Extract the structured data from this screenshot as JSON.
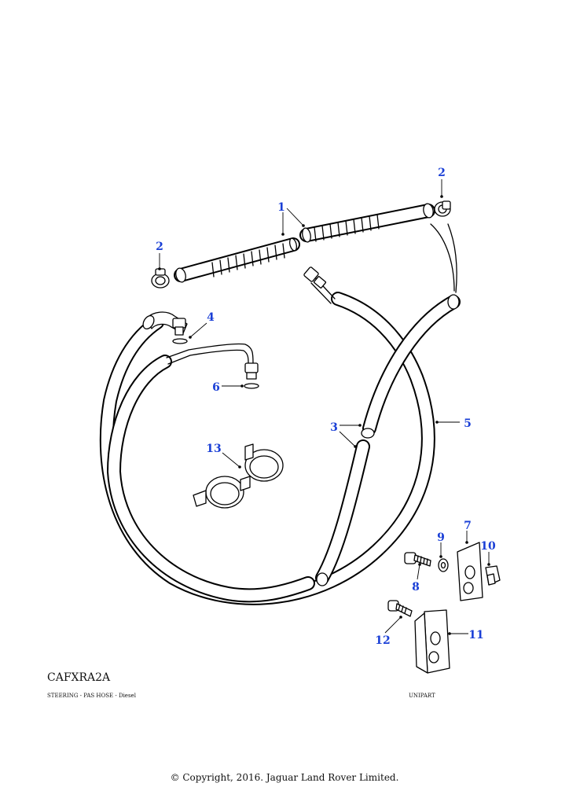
{
  "diagram": {
    "code": "CAFXRA2A",
    "caption_left": "STEERING - PAS HOSE - Diesel",
    "caption_right": "UNIPART",
    "copyright": "© Copyright, 2016. Jaguar Land Rover Limited."
  },
  "callouts": {
    "c1": "1",
    "c2a": "2",
    "c2b": "2",
    "c3": "3",
    "c4": "4",
    "c5": "5",
    "c6": "6",
    "c7": "7",
    "c8": "8",
    "c9": "9",
    "c10": "10",
    "c11": "11",
    "c12": "12",
    "c13": "13"
  }
}
